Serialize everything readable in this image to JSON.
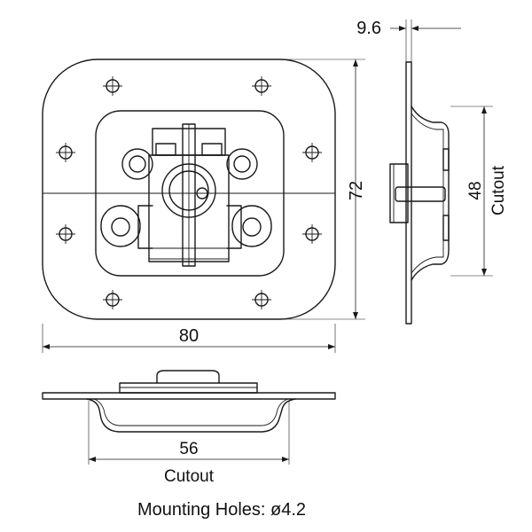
{
  "dimensions": {
    "thickness": "9.6",
    "height": "72",
    "cutout_height": "48",
    "cutout_height_label": "Cutout",
    "width": "80",
    "cutout_width": "56",
    "cutout_width_label": "Cutout"
  },
  "note": "Mounting Holes: ø4.2"
}
